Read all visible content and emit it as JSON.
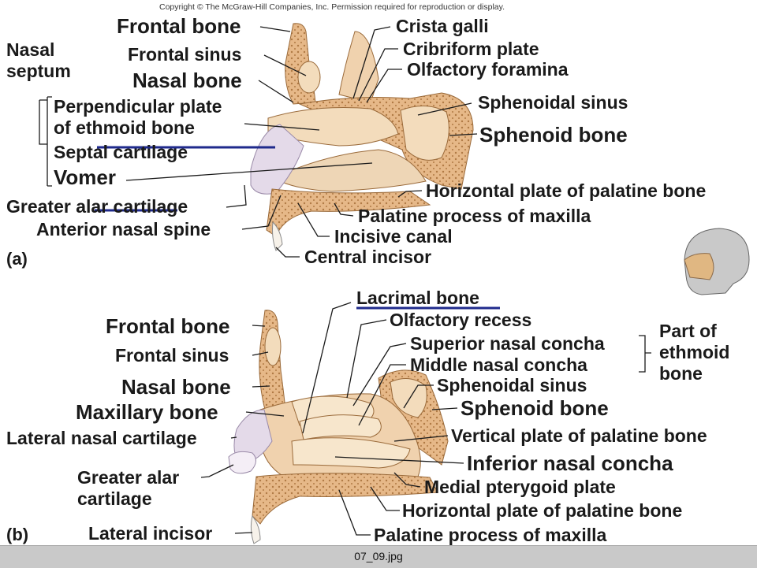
{
  "copyright": "Copyright © The McGraw-Hill Companies, Inc. Permission required for reproduction or display.",
  "panel_a": {
    "letter": "(a)",
    "frontal_bone": "Frontal bone",
    "frontal_sinus": "Frontal sinus",
    "nasal_bone": "Nasal bone",
    "nasal_septum_1": "Nasal",
    "nasal_septum_2": "septum",
    "perpendicular_1": "Perpendicular plate",
    "perpendicular_2": "of ethmoid bone",
    "septal_cartilage": "Septal cartilage",
    "vomer": "Vomer",
    "greater_alar": "Greater alar cartilage",
    "anterior_spine": "Anterior nasal spine",
    "crista_galli": "Crista galli",
    "cribriform": "Cribriform plate",
    "olfactory_foramina": "Olfactory foramina",
    "sphenoidal_sinus": "Sphenoidal sinus",
    "sphenoid_bone": "Sphenoid bone",
    "horizontal_plate": "Horizontal plate of palatine bone",
    "palatine_process": "Palatine process of maxilla",
    "incisive_canal": "Incisive canal",
    "central_incisor": "Central incisor"
  },
  "panel_b": {
    "letter": "(b)",
    "lacrimal_bone": "Lacrimal bone",
    "olfactory_recess": "Olfactory recess",
    "superior_concha": "Superior nasal concha",
    "middle_concha": "Middle nasal concha",
    "part_of_1": "Part of",
    "part_of_2": "ethmoid",
    "part_of_3": "bone",
    "sphenoidal_sinus": "Sphenoidal sinus",
    "sphenoid_bone": "Sphenoid bone",
    "vertical_plate": "Vertical plate of palatine bone",
    "inferior_concha": "Inferior nasal concha",
    "medial_pterygoid": "Medial pterygoid plate",
    "horizontal_plate": "Horizontal plate of palatine bone",
    "palatine_process": "Palatine process of maxilla",
    "frontal_bone": "Frontal bone",
    "frontal_sinus": "Frontal sinus",
    "nasal_bone": "Nasal bone",
    "maxillary_bone": "Maxillary bone",
    "lateral_cartilage": "Lateral nasal cartilage",
    "greater_alar_1": "Greater alar",
    "greater_alar_2": "cartilage",
    "lateral_incisor": "Lateral incisor"
  },
  "footer": {
    "filename": "07_09.jpg"
  },
  "colors": {
    "bone": "#e8c49a",
    "bone_dark": "#c98f5a",
    "cartilage": "#d9cce0",
    "annotation_line": "#1f2a8c",
    "leader": "#1a1a1a"
  }
}
